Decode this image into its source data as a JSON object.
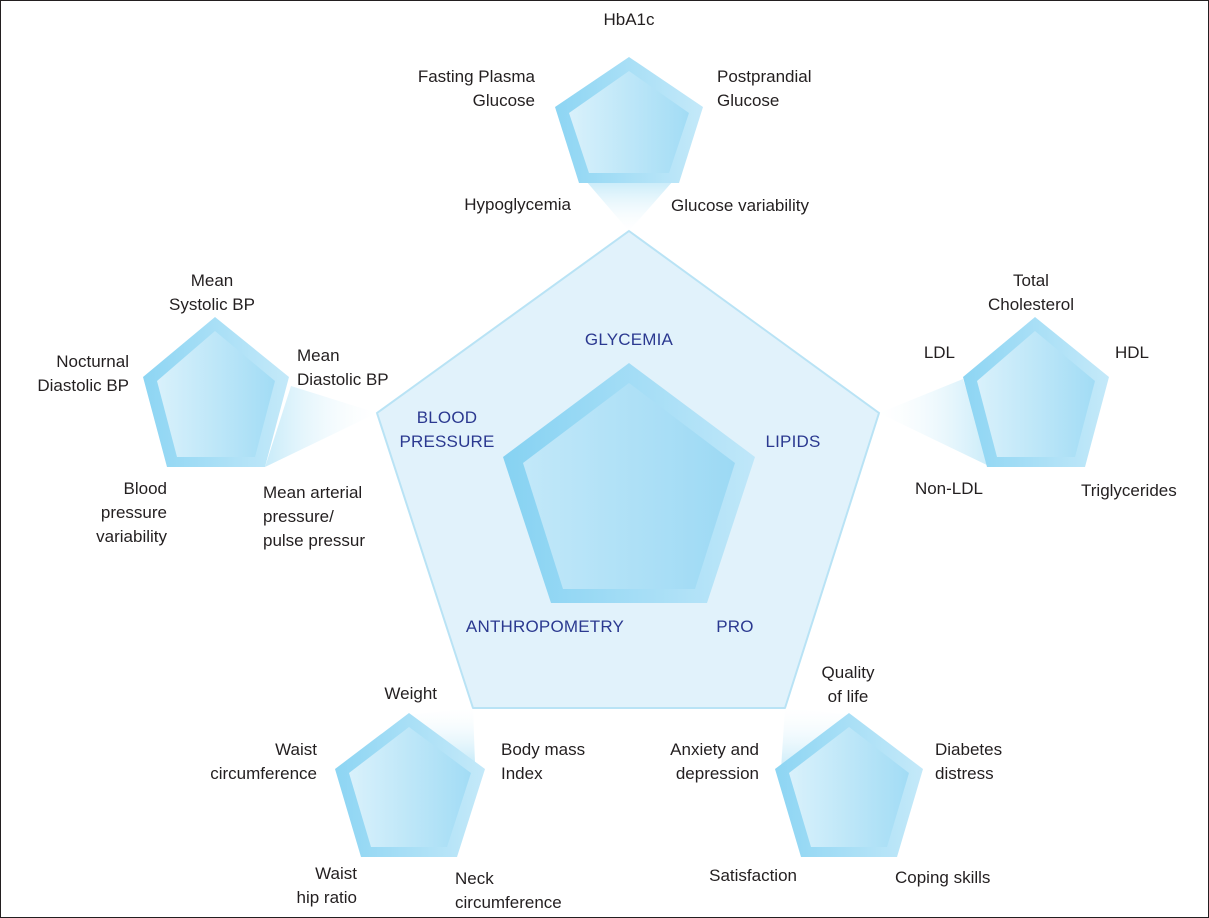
{
  "center": {
    "categories": {
      "glycemia": "GLYCEMIA",
      "blood_pressure": "BLOOD\nPRESSURE",
      "lipids": "LIPIDS",
      "anthropometry": "ANTHROPOMETRY",
      "pro": "PRO"
    }
  },
  "glycemia": {
    "hba1c": "HbA1c",
    "fasting_plasma_glucose": "Fasting Plasma\nGlucose",
    "postprandial_glucose": "Postprandial\nGlucose",
    "hypoglycemia": "Hypoglycemia",
    "glucose_variability": "Glucose variability"
  },
  "blood_pressure": {
    "mean_systolic": "Mean\nSystolic BP",
    "nocturnal_diastolic": "Nocturnal\nDiastolic BP",
    "mean_diastolic": "Mean\nDiastolic BP",
    "bp_variability": "Blood\npressure\nvariability",
    "mean_arterial": "Mean arterial\npressure/\npulse pressur"
  },
  "lipids": {
    "total_cholesterol": "Total\nCholesterol",
    "ldl": "LDL",
    "hdl": "HDL",
    "non_ldl": "Non-LDL",
    "triglycerides": "Triglycerides"
  },
  "anthropometry": {
    "weight": "Weight",
    "waist_circumference": "Waist\ncircumference",
    "bmi": "Body mass\nIndex",
    "waist_hip_ratio": "Waist\nhip ratio",
    "neck_circumference": "Neck\ncircumference"
  },
  "pro": {
    "quality_of_life": "Quality\nof life",
    "anxiety_depression": "Anxiety and\ndepression",
    "diabetes_distress": "Diabetes\ndistress",
    "satisfaction": "Satisfaction",
    "coping_skills": "Coping skills"
  },
  "colors": {
    "text": "#231f20",
    "category_text": "#2b3990",
    "big_pentagon_fill": "#e1f2fb",
    "big_pentagon_stroke": "#b9e3f5",
    "pentagon_outer": "#8fd6f4",
    "pentagon_inner_light": "#d7f0fb",
    "pentagon_inner_dark": "#a4ddf5"
  }
}
